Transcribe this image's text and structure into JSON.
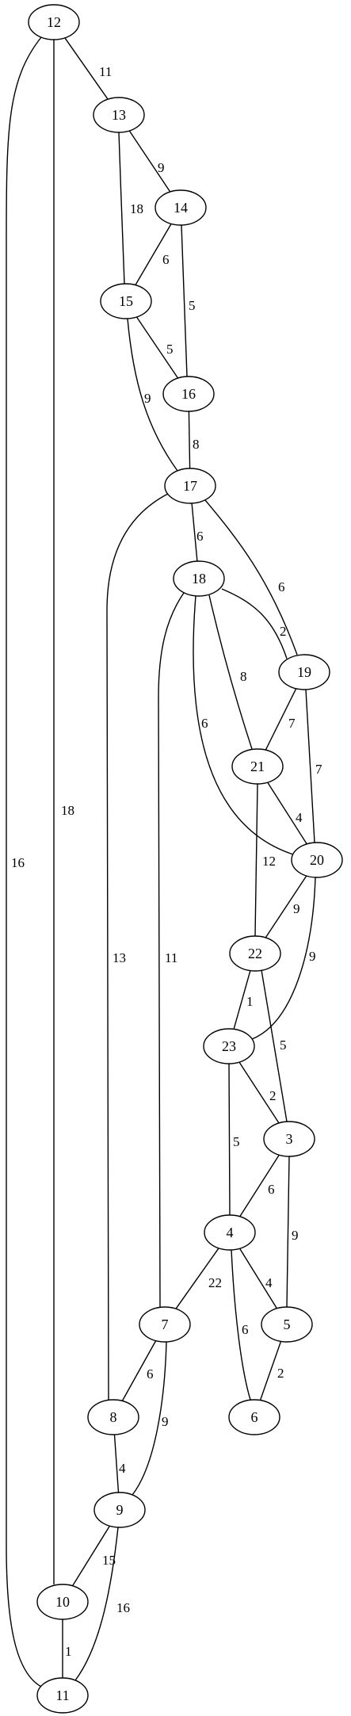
{
  "graph": {
    "nodes": [
      {
        "id": "12"
      },
      {
        "id": "13"
      },
      {
        "id": "14"
      },
      {
        "id": "15"
      },
      {
        "id": "16"
      },
      {
        "id": "17"
      },
      {
        "id": "18"
      },
      {
        "id": "19"
      },
      {
        "id": "21"
      },
      {
        "id": "20"
      },
      {
        "id": "22"
      },
      {
        "id": "23"
      },
      {
        "id": "3"
      },
      {
        "id": "4"
      },
      {
        "id": "7"
      },
      {
        "id": "5"
      },
      {
        "id": "8"
      },
      {
        "id": "6"
      },
      {
        "id": "9"
      },
      {
        "id": "10"
      },
      {
        "id": "11"
      }
    ],
    "edges": [
      {
        "source": "12",
        "target": "13",
        "weight": "11"
      },
      {
        "source": "12",
        "target": "10",
        "weight": "18"
      },
      {
        "source": "12",
        "target": "11",
        "weight": "16"
      },
      {
        "source": "13",
        "target": "14",
        "weight": "9"
      },
      {
        "source": "13",
        "target": "15",
        "weight": "18"
      },
      {
        "source": "14",
        "target": "15",
        "weight": "6"
      },
      {
        "source": "14",
        "target": "16",
        "weight": "5"
      },
      {
        "source": "15",
        "target": "16",
        "weight": "5"
      },
      {
        "source": "15",
        "target": "17",
        "weight": "9"
      },
      {
        "source": "16",
        "target": "17",
        "weight": "8"
      },
      {
        "source": "17",
        "target": "18",
        "weight": "6"
      },
      {
        "source": "17",
        "target": "19",
        "weight": "6"
      },
      {
        "source": "17",
        "target": "8",
        "weight": "13"
      },
      {
        "source": "18",
        "target": "19",
        "weight": "2"
      },
      {
        "source": "18",
        "target": "21",
        "weight": "8"
      },
      {
        "source": "18",
        "target": "20",
        "weight": "6"
      },
      {
        "source": "18",
        "target": "7",
        "weight": "11"
      },
      {
        "source": "19",
        "target": "21",
        "weight": "7"
      },
      {
        "source": "19",
        "target": "20",
        "weight": "7"
      },
      {
        "source": "21",
        "target": "20",
        "weight": "4"
      },
      {
        "source": "21",
        "target": "22",
        "weight": "12"
      },
      {
        "source": "20",
        "target": "22",
        "weight": "9"
      },
      {
        "source": "20",
        "target": "23",
        "weight": "9"
      },
      {
        "source": "22",
        "target": "23",
        "weight": "1"
      },
      {
        "source": "22",
        "target": "3",
        "weight": "5"
      },
      {
        "source": "23",
        "target": "3",
        "weight": "2"
      },
      {
        "source": "23",
        "target": "4",
        "weight": "5"
      },
      {
        "source": "3",
        "target": "4",
        "weight": "6"
      },
      {
        "source": "3",
        "target": "5",
        "weight": "9"
      },
      {
        "source": "4",
        "target": "7",
        "weight": "22"
      },
      {
        "source": "4",
        "target": "5",
        "weight": "4"
      },
      {
        "source": "4",
        "target": "6",
        "weight": "6"
      },
      {
        "source": "5",
        "target": "6",
        "weight": "2"
      },
      {
        "source": "7",
        "target": "8",
        "weight": "6"
      },
      {
        "source": "7",
        "target": "9",
        "weight": "9"
      },
      {
        "source": "8",
        "target": "9",
        "weight": "4"
      },
      {
        "source": "9",
        "target": "10",
        "weight": "15"
      },
      {
        "source": "9",
        "target": "11",
        "weight": "16"
      },
      {
        "source": "10",
        "target": "11",
        "weight": "1"
      }
    ]
  }
}
